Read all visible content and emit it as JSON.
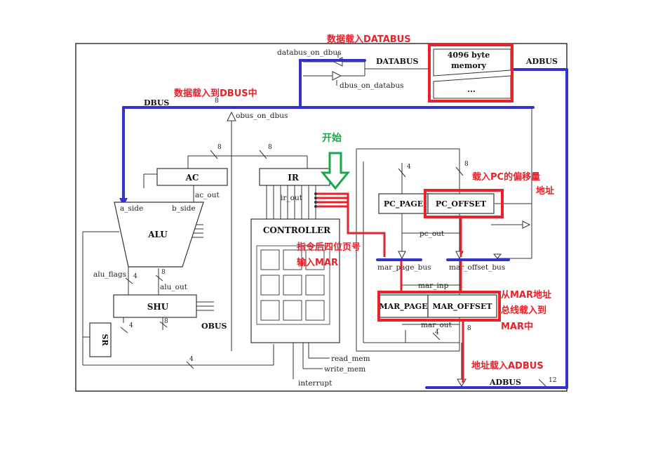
{
  "colors": {
    "bus_blue": "#3333cc",
    "highlight_red": "#e8212a",
    "start_green": "#1aa64a"
  },
  "blocks": {
    "memory_line1": "4096   byte",
    "memory_line2": "memory",
    "memory_dots": "...",
    "ac": "AC",
    "ir": "IR",
    "alu": "ALU",
    "shu": "SHU",
    "sr": "SR",
    "controller": "CONTROLLER",
    "pc_page": "PC_PAGE",
    "pc_offset": "PC_OFFSET",
    "mar_page": "MAR_PAGE",
    "mar_offset": "MAR_OFFSET"
  },
  "signals": {
    "databus_on_dbus": "databus_on_dbus",
    "dbus_on_databus": "dbus_on_databus",
    "obus_on_dbus": "obus_on_dbus",
    "databus": "DATABUS",
    "adbus_top": "ADBUS",
    "dbus": "DBUS",
    "ac_out": "ac_out",
    "ir_out": "ir_out",
    "a_side": "a_side",
    "b_side": "b_side",
    "alu_flags": "alu_flags",
    "alu_out": "alu_out",
    "obus": "OBUS",
    "read_mem": "read_mem",
    "write_mem": "write_mem",
    "interrupt": "interrupt",
    "pc_out": "pc_out",
    "mar_page_bus": "mar_page_bus",
    "mar_offset_bus": "mar_offset_bus",
    "mar_inp": "mar_inp",
    "mar_out": "mar_out",
    "adbus_bottom": "ADBUS"
  },
  "bit_widths": {
    "dbus": "8",
    "ac_in": "8",
    "ir_in": "8",
    "alu_flags": "4",
    "alu_out": "8",
    "sr": "4",
    "shu_out": "8",
    "feedback": "4",
    "pc_page_in": "4",
    "pc_offset_in": "8",
    "mar_low": "4",
    "mar_offset_out": "8",
    "adbus": "12"
  },
  "annotations": {
    "databus_load": "数据载入DATABUS",
    "dbus_load": "数据载入到DBUS中",
    "start": "开始",
    "pc_offset_line1": "载入PC的偏移量",
    "pc_offset_line2": "地址",
    "ir_page_line1": "指令后四位页号",
    "ir_page_line2": "输入MAR",
    "mar_line1": "从MAR地址",
    "mar_line2": "总线载入到",
    "mar_line3": "MAR中",
    "adbus_load": "地址载入ADBUS"
  }
}
